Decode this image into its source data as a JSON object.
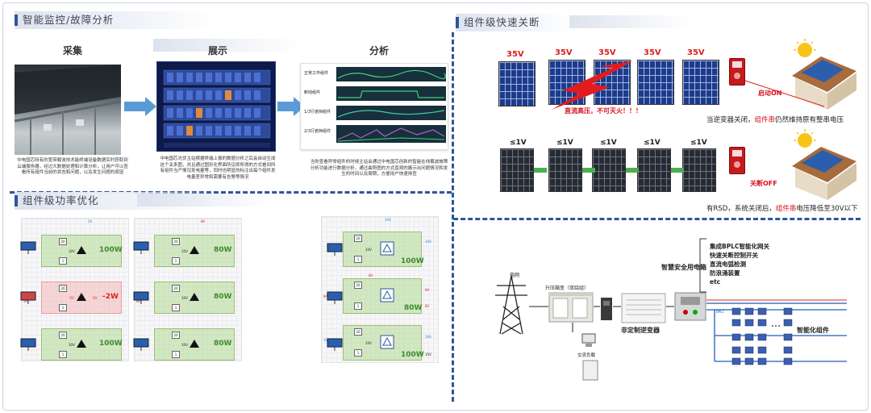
{
  "sections": {
    "monitor": {
      "title": "智能监控/故障分析"
    },
    "optimize": {
      "title": "组件级功率优化"
    },
    "shutdown": {
      "title": "组件级快速关断"
    }
  },
  "monitor": {
    "collect": {
      "head": "采集",
      "caption": "中电国芯特有的宽带载波技术能终端设备数据实时获取到云端服务器，经过大数据处理和计算分析，让用户可以查看所有组件当前的状态和问题，以及发生问题的原因"
    },
    "display": {
      "head": "展示",
      "caption": "中电国芯光伏主站根据终端上报的数据分析之后会自动生成这个关系图，并且通过图形化界面所见即所得的方式看到所有组件当产情况发电量等，同时也明显的标注出每个组件发电量差异常和需要有告警等情况"
    },
    "analyze": {
      "head": "分析",
      "caption": "当你查看异常组件的时候主站会通过中电国芯创新的智能在线载波故障分析功能进行数据分析，通过曲势图的方式直观的展示出问题情况和发生的时间以及周期，方便用户快速排查",
      "rows": [
        "正常工作组件",
        "断线组件",
        "1/3行遮挡组件",
        "2/3行遮挡组件"
      ]
    }
  },
  "optimize": {
    "panel_a": {
      "labels": [
        "20",
        "1",
        "10V",
        "20",
        "-5V",
        "1",
        "20",
        "1",
        "10V"
      ],
      "current_left": "5A",
      "current_mid": "2A",
      "watts": [
        "100W",
        "-2W",
        "100W"
      ],
      "top": "5A"
    },
    "panel_b": {
      "labels": [
        "20",
        "1",
        "10V",
        "20",
        "1",
        "10V",
        "20",
        "1",
        "10V"
      ],
      "current_left": "8A",
      "top": "8A",
      "watts": [
        "80W",
        "80W",
        "80W"
      ]
    },
    "panel_c": {
      "labels": [
        "20",
        "1",
        "10V",
        "20",
        "1",
        "8A",
        "20",
        "1",
        "10V"
      ],
      "top": "10A",
      "side_top": "10A",
      "side_mid": "8A",
      "side_bot": "10A",
      "mid_left": "8A",
      "mid_right": "8V",
      "bot_left": "10A",
      "bot_right": "10V",
      "watts": [
        "100W",
        "80W",
        "100W"
      ]
    }
  },
  "shutdown": {
    "on": {
      "voltages": [
        "35V",
        "35V",
        "35V",
        "35V",
        "35V"
      ],
      "warning": "直流高压，不可灭火！！！",
      "state": "启动ON",
      "note_a": "当逆变器关闭，",
      "note_hl": "组件串",
      "note_b": "仍然维持原有整串电压"
    },
    "off": {
      "voltages": [
        "≤1V",
        "≤1V",
        "≤1V",
        "≤1V",
        "≤1V"
      ],
      "state": "关断OFF",
      "note_a": "有RSD，系统关闭后，",
      "note_hl": "组件串",
      "note_b": "电压降低至30V以下"
    }
  },
  "system": {
    "grid": "电网",
    "transformer": "升压箱变（双绕组）",
    "ac_load": "交流负载",
    "inverter": "非定制逆变器",
    "smart_box": "智慧安全用电箱",
    "functions": [
      "集成BPLC智能化网关",
      "快速关断控制开关",
      "直流电弧检测",
      "防浪涌装置",
      "etc"
    ],
    "modules": "智能化组件",
    "bplc": "BPLC"
  },
  "colors": {
    "accent": "#2f5597",
    "danger": "#d8141d",
    "green": "#3d8b2f"
  }
}
